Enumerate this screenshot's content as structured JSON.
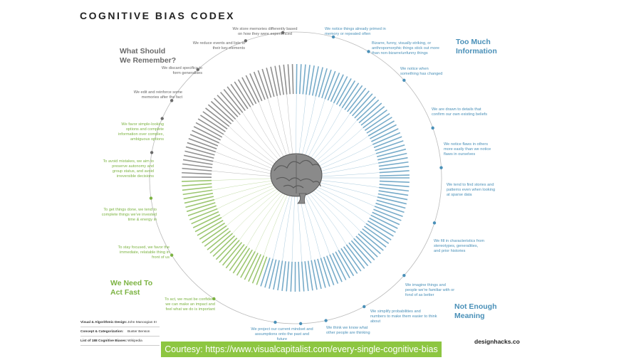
{
  "title": "COGNITIVE BIAS CODEX",
  "quadrants": {
    "remember": "What Should We Remember?",
    "too_much": "Too Much Information",
    "meaning": "Not Enough Meaning",
    "act_fast": "We Need To Act Fast"
  },
  "colors": {
    "remember": "#6b6b6b",
    "too_much": "#4a90b8",
    "meaning": "#4a90b8",
    "act_fast": "#7cb342",
    "brain": "#8a8a8a",
    "courtesy_bg": "#8dc641"
  },
  "notes": {
    "remember": [
      "We store memories differently based on how they were experienced",
      "We reduce events and lists to their key elements",
      "We discard specifics to form generalities",
      "We edit and reinforce some memories after the fact"
    ],
    "too_much": [
      "We notice things already primed in memory or repeated often",
      "Bizarre, funny, visually-striking, or anthropomorphic things stick out more than non-bizarre/unfunny things",
      "We notice when something has changed",
      "We are drawn to details that confirm our own existing beliefs",
      "We notice flaws in others more easily than we notice flaws in ourselves"
    ],
    "meaning": [
      "We tend to find stories and patterns even when looking at sparse data",
      "We fill in characteristics from stereotypes, generalities, and prior histories",
      "We imagine things and people we're familiar with or fond of as better",
      "We simplify probabilities and numbers to make them easier to think about",
      "We think we know what other people are thinking",
      "We project our current mindset and assumptions onto the past and future"
    ],
    "act_fast": [
      "We favor simple-looking options and complete information over complex, ambiguous options",
      "To avoid mistakes, we aim to preserve autonomy and group status, and avoid irreversible decisions",
      "To get things done, we tend to complete things we've invested time & energy in",
      "To stay focused, we favor the immediate, relatable thing in front of us",
      "To act, we must be confident we can make an impact and feel what we do is important"
    ]
  },
  "credits": [
    {
      "label": "Visual & Algorithmic Design:",
      "value": "John Manoogian III"
    },
    {
      "label": "Concept & Categorization:",
      "value": "Buster Benson"
    },
    {
      "label": "List of 188 Cognitive Biases:",
      "value": "Wikipedia"
    }
  ],
  "brand": "designhacks.co",
  "courtesy": "Courtesy: https://www.visualcapitalist.com/every-single-cognitive-bias"
}
